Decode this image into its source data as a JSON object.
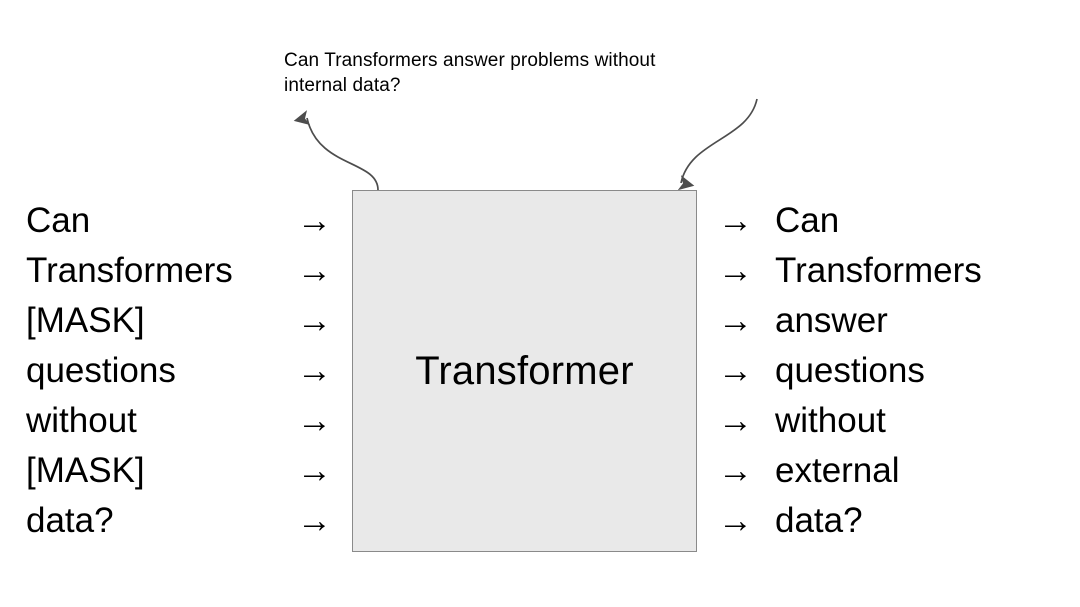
{
  "figure": {
    "annotation_caption": "Can Transformers answer problems without\ninternal data?",
    "block_label": "Transformer",
    "arrow_glyph": "→",
    "colors": {
      "block_fill": "#e9e9e9",
      "block_border": "#8a8a8a",
      "text": "#000000",
      "annotation_arrow": "#4d4d4d",
      "background": "#ffffff"
    },
    "inputs": [
      {
        "label": "Can"
      },
      {
        "label": "Transformers"
      },
      {
        "label": "[MASK]"
      },
      {
        "label": "questions"
      },
      {
        "label": "without"
      },
      {
        "label": "[MASK]"
      },
      {
        "label": "data?"
      }
    ],
    "outputs": [
      {
        "label": "Can"
      },
      {
        "label": "Transformers"
      },
      {
        "label": "answer"
      },
      {
        "label": "questions"
      },
      {
        "label": "without"
      },
      {
        "label": "external"
      },
      {
        "label": "data?"
      }
    ]
  }
}
